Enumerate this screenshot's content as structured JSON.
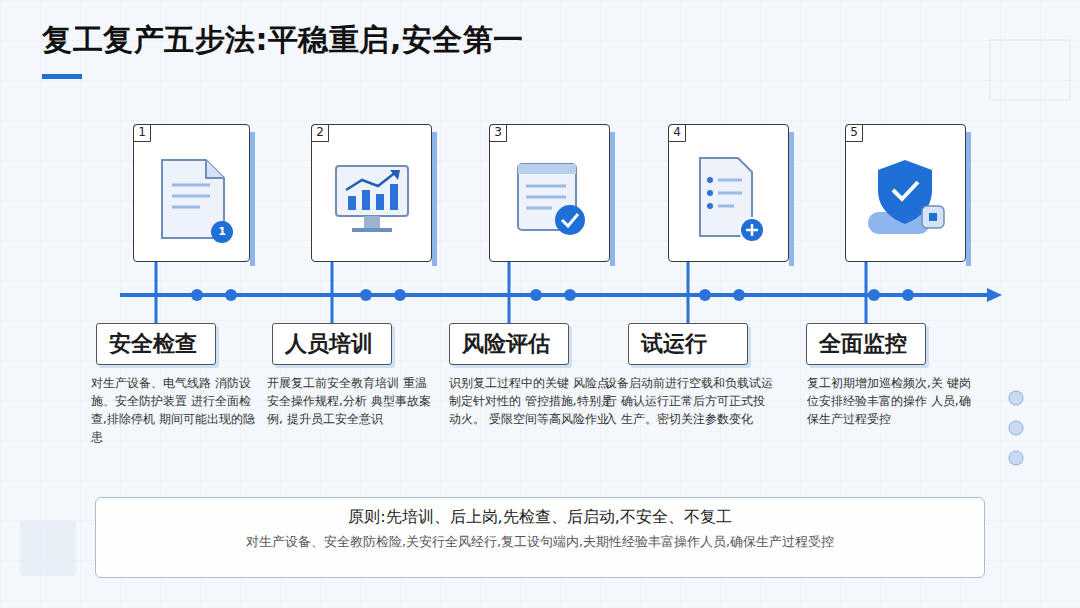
{
  "diagram": {
    "title": "复工复产五步法:平稳重启,安全第一",
    "nodes": [
      {
        "text": [
          "1"
        ]
      },
      {
        "text": [
          "2"
        ]
      },
      {
        "text": [
          "3"
        ]
      },
      {
        "text": [
          "4"
        ]
      },
      {
        "text": [
          "5"
        ]
      },
      {
        "text": [
          "安全检查",
          "对生产设备、电气线路 消防设施、安全防护装置 进行全面检查,排除停机 期间可能出现的隐患"
        ]
      },
      {
        "text": [
          "人员培训",
          "开展复工前安全教育培训 重温安全操作规程,分析 典型事故案例, 提升员工安全意识"
        ]
      },
      {
        "text": [
          "风险评估",
          "识别复工过程中的关键 风险点,制定针对性的 管控措施,特别是动火。 受限空间等高风险作业"
        ]
      },
      {
        "text": [
          "试运行",
          "设备启动前进行空载和负载试运行 确认运行正常后方可正式投入 生产。密切关注参数变化"
        ]
      },
      {
        "text": [
          "全面监控",
          "复工初期增加巡检频次,关 键岗位安排经验丰富的操作 人员,确保生产过程受控"
        ]
      },
      {
        "text": [
          "原则:先培训、后上岗,先检查、后启动,不安全、不复工",
          "对生产设备、安全教防检险,关安行全风经行,复工设句端内,夫期性经验丰富操作人员,确保生产过程受控"
        ]
      }
    ],
    "edges": [
      {
        "from": 0,
        "to": 5,
        "arrow": "none"
      },
      {
        "from": 1,
        "to": 6,
        "arrow": "none"
      },
      {
        "from": 2,
        "to": 7,
        "arrow": "none"
      },
      {
        "from": 3,
        "to": 8,
        "arrow": "none"
      },
      {
        "from": 4,
        "to": 9,
        "arrow": "none"
      }
    ],
    "labels": [
      "1"
    ]
  }
}
